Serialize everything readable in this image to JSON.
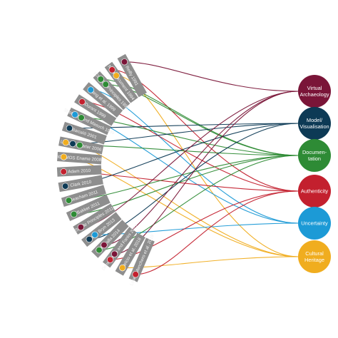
{
  "themes": [
    {
      "id": "va",
      "lines": [
        "Virtual",
        "Archaeology"
      ],
      "color": "#7a1538"
    },
    {
      "id": "mv",
      "lines": [
        "Model/",
        "Visualisation"
      ],
      "color": "#0d3a55"
    },
    {
      "id": "doc",
      "lines": [
        "Documen-",
        "tation"
      ],
      "color": "#2e8b35"
    },
    {
      "id": "au",
      "lines": [
        "Authenticity"
      ],
      "color": "#c3202e"
    },
    {
      "id": "un",
      "lines": [
        "Uncertainty"
      ],
      "color": "#1c9ad6"
    },
    {
      "id": "ch",
      "lines": [
        "Cultural",
        "Heritage"
      ],
      "color": "#f0ad1f"
    }
  ],
  "sources": [
    {
      "label": "Reilly 1991",
      "dots": [
        "va"
      ]
    },
    {
      "label": "Nara Document 1994",
      "dots": [
        "au",
        "ch"
      ]
    },
    {
      "label": "ICOMOS Principles 1996",
      "dots": [
        "doc",
        "doc"
      ]
    },
    {
      "label": "Pang et al. 1999",
      "dots": [
        "un"
      ]
    },
    {
      "label": "Durant 1999",
      "dots": [
        "au"
      ]
    },
    {
      "label": "Strothotte and Masuch 1999",
      "dots": [
        "un",
        "doc"
      ]
    },
    {
      "label": "Barceló 2001",
      "dots": [
        "mv"
      ]
    },
    {
      "label": "London Charter 2006",
      "dots": [
        "ch",
        "mv",
        "doc"
      ]
    },
    {
      "label": "ICOMOS Ename 2008",
      "dots": [
        "ch"
      ]
    },
    {
      "label": "Adam 2010",
      "dots": [
        "au"
      ]
    },
    {
      "label": "Clark 2010",
      "dots": [
        "mv"
      ]
    },
    {
      "label": "Beacham 2011",
      "dots": [
        "doc"
      ]
    },
    {
      "label": "Bakker 2011",
      "dots": [
        "doc"
      ]
    },
    {
      "label": "Seville Principles 2011",
      "dots": [
        "va"
      ]
    },
    {
      "label": "Favro Bryn 2013",
      "dots": [
        "mv",
        "un"
      ]
    },
    {
      "label": "Pieralla 2014",
      "dots": [
        "doc",
        "va"
      ]
    },
    {
      "label": "Demetrescu and Fanini 2017",
      "dots": [
        "au",
        "va"
      ]
    },
    {
      "label": "Aparicio et al. 2018",
      "dots": [
        "ch"
      ]
    },
    {
      "label": "Lopez-Menchero et al. 2019",
      "dots": [
        "au"
      ]
    }
  ]
}
